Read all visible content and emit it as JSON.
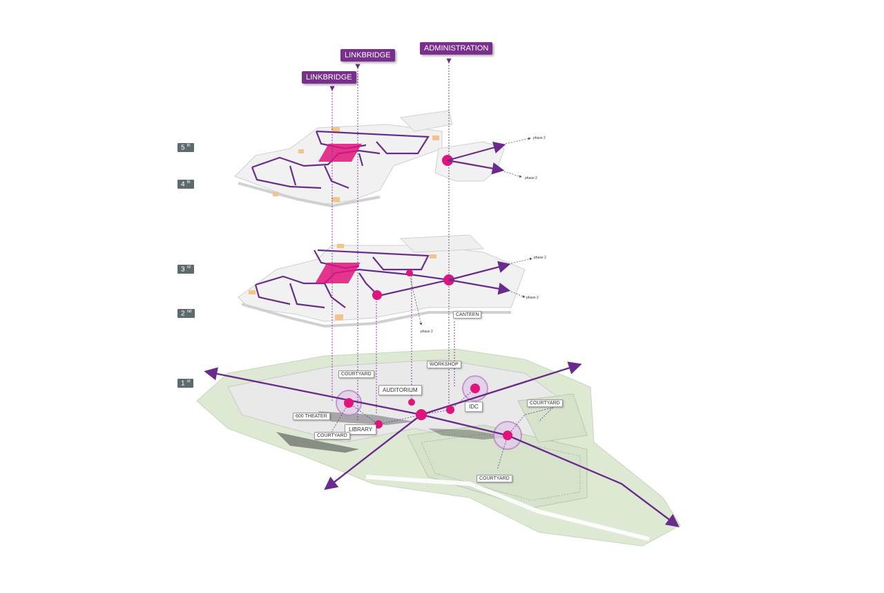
{
  "top_labels": [
    "LINKBRIDGE",
    "LINKBRIDGE",
    "ADMINISTRATION"
  ],
  "floors": [
    "5",
    "4",
    "3",
    "2",
    "1"
  ],
  "floor_suffixes": [
    "th",
    "th",
    "rd",
    "nd",
    "st"
  ],
  "level1_labels": {
    "courtyard_top": "COURTYARD",
    "workshop": "WORKSHOP",
    "auditorium": "AUDITORIUM",
    "idc": "IDC",
    "courtyard_right": "COURTYARD",
    "theater": "600 THEATER",
    "library": "LIBRARY",
    "courtyard_left": "COURTYARD",
    "courtyard_bottom": "COURTYARD"
  },
  "canteen": "CANTEEN",
  "phase_labels": [
    "phase 2",
    "phase 2",
    "phase 2",
    "phase 2",
    "phase 2"
  ],
  "colors": {
    "purple": "#6a2c8c",
    "magenta": "#e0147c",
    "site_green": "#dde9d2",
    "slab": "#f0f0f0"
  }
}
